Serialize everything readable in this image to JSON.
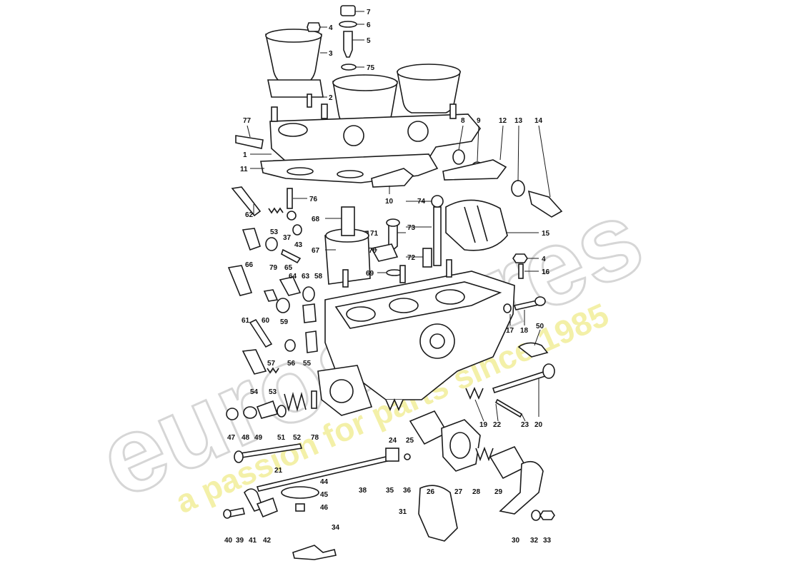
{
  "watermark": {
    "brand": "eurospares",
    "tagline": "a passion for parts since 1985",
    "color": "#f2ee9a"
  },
  "parts": {
    "p1": "1",
    "p2": "2",
    "p3": "3",
    "p4": "4",
    "p5": "5",
    "p6": "6",
    "p7": "7",
    "p8": "8",
    "p9": "9",
    "p10": "10",
    "p11": "11",
    "p12": "12",
    "p13": "13",
    "p14": "14",
    "p15": "15",
    "p16": "16",
    "p17": "17",
    "p18": "18",
    "p19": "19",
    "p20": "20",
    "p21": "21",
    "p22": "22",
    "p23": "23",
    "p24": "24",
    "p25": "25",
    "p26": "26",
    "p27": "27",
    "p28": "28",
    "p29": "29",
    "p30": "30",
    "p31": "31",
    "p32": "32",
    "p33": "33",
    "p34": "34",
    "p35": "35",
    "p36": "36",
    "p37": "37",
    "p38": "38",
    "p39": "39",
    "p40": "40",
    "p41": "41",
    "p42": "42",
    "p43": "43",
    "p44": "44",
    "p45": "45",
    "p46": "46",
    "p47": "47",
    "p48": "48",
    "p49": "49",
    "p50": "50",
    "p51": "51",
    "p52": "52",
    "p53": "53",
    "p54": "54",
    "p55": "55",
    "p56": "56",
    "p57": "57",
    "p58": "58",
    "p59": "59",
    "p60": "60",
    "p61": "61",
    "p62": "62",
    "p63": "63",
    "p64": "64",
    "p65": "65",
    "p66": "66",
    "p67": "67",
    "p68": "68",
    "p69": "69",
    "p70": "70",
    "p71": "71",
    "p72": "72",
    "p73": "73",
    "p74": "74",
    "p75": "75",
    "p76": "76",
    "p77": "77",
    "p78": "78",
    "p79": "79"
  }
}
